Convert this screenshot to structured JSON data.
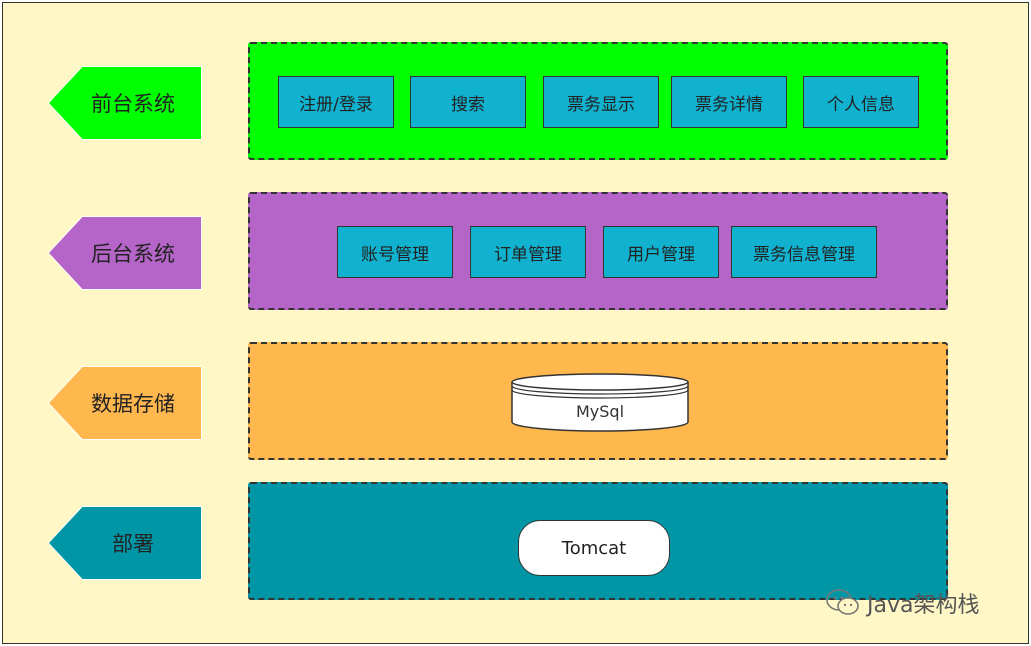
{
  "layers": {
    "frontend": {
      "label": "前台系统",
      "color": "#00ff00",
      "modules": [
        "注册/登录",
        "搜索",
        "票务显示",
        "票务详情",
        "个人信息"
      ]
    },
    "backend": {
      "label": "后台系统",
      "color": "#b565c7",
      "modules": [
        "账号管理",
        "订单管理",
        "用户管理",
        "票务信息管理"
      ]
    },
    "storage": {
      "label": "数据存储",
      "color": "#ffb84d",
      "database": "MySql"
    },
    "deploy": {
      "label": "部署",
      "color": "#0096a6",
      "server": "Tomcat"
    }
  },
  "module_color": "#10b2cf",
  "watermark": "Java架构栈"
}
